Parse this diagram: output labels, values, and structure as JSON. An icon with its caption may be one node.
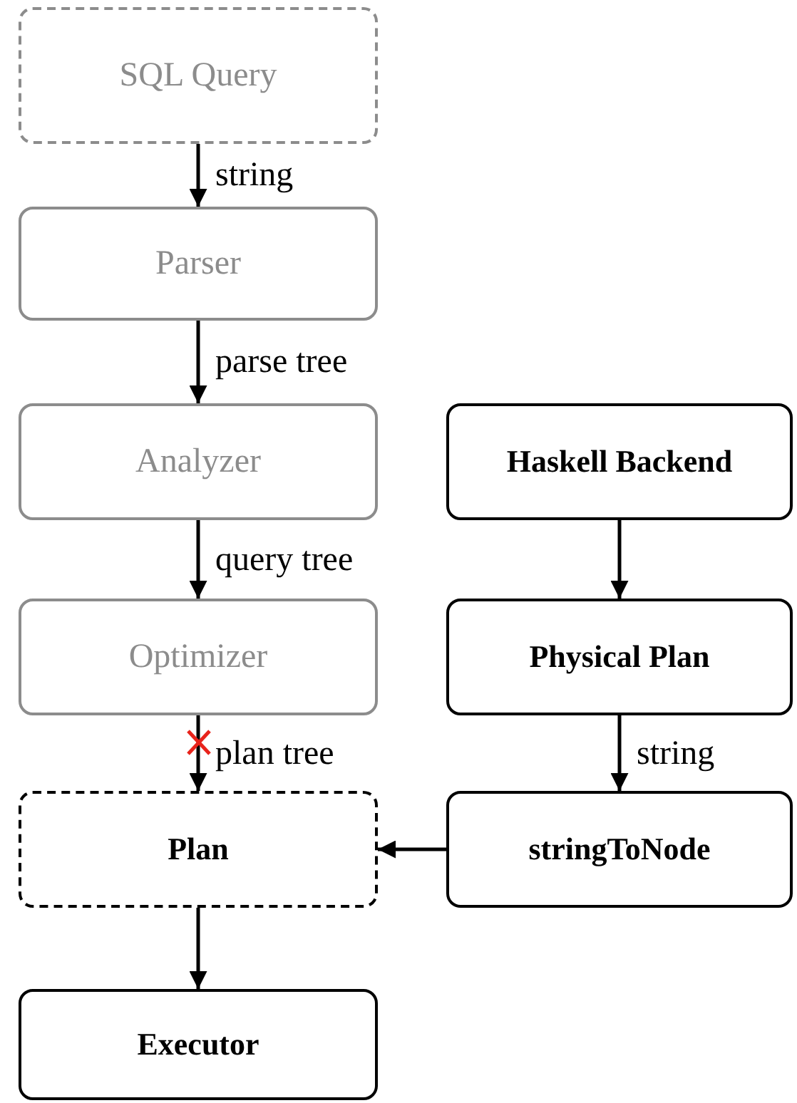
{
  "diagram": {
    "nodes": [
      {
        "text": [
          "SQL Query"
        ]
      },
      {
        "text": [
          "Parser"
        ]
      },
      {
        "text": [
          "Analyzer"
        ]
      },
      {
        "text": [
          "Optimizer"
        ]
      },
      {
        "text": [
          "Plan"
        ]
      },
      {
        "text": [
          "Executor"
        ]
      },
      {
        "text": [
          "Haskell Backend"
        ]
      },
      {
        "text": [
          "Physical Plan"
        ]
      },
      {
        "text": [
          "stringToNode"
        ]
      }
    ],
    "edges": [
      {
        "from": 0,
        "to": 1,
        "arrow": "to",
        "label": "string"
      },
      {
        "from": 1,
        "to": 2,
        "arrow": "to",
        "label": "parse tree"
      },
      {
        "from": 2,
        "to": 3,
        "arrow": "to",
        "label": "query tree"
      },
      {
        "from": 3,
        "to": 4,
        "arrow": "to",
        "label": "plan tree"
      },
      {
        "from": 4,
        "to": 5,
        "arrow": "to"
      },
      {
        "from": 6,
        "to": 7,
        "arrow": "to"
      },
      {
        "from": 7,
        "to": 8,
        "arrow": "to",
        "label": "string"
      },
      {
        "from": 8,
        "to": 4,
        "arrow": "to"
      }
    ]
  }
}
